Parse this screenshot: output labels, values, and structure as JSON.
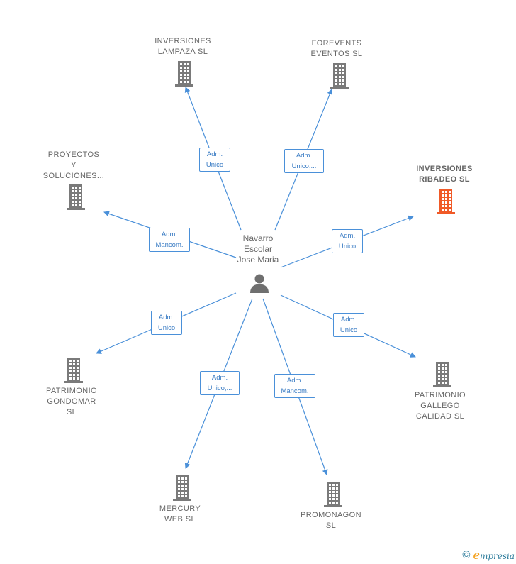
{
  "center": {
    "name": "Navarro\nEscolar\nJose Maria",
    "icon": "person-icon"
  },
  "companies": [
    {
      "id": "lampaza",
      "label": "INVERSIONES\nLAMPAZA  SL",
      "highlight": false
    },
    {
      "id": "forevents",
      "label": "FOREVENTS\nEVENTOS  SL",
      "highlight": false
    },
    {
      "id": "proyectos",
      "label": "PROYECTOS\nY\nSOLUCIONES...",
      "highlight": false
    },
    {
      "id": "ribadeo",
      "label": "INVERSIONES\nRIBADEO  SL",
      "highlight": true
    },
    {
      "id": "gondomar",
      "label": "PATRIMONIO\nGONDOMAR\nSL",
      "highlight": false
    },
    {
      "id": "gallego",
      "label": "PATRIMONIO\nGALLEGO\nCALIDAD  SL",
      "highlight": false
    },
    {
      "id": "mercury",
      "label": "MERCURY\nWEB  SL",
      "highlight": false
    },
    {
      "id": "promonagon",
      "label": "PROMONAGON\nSL",
      "highlight": false
    }
  ],
  "relations": [
    {
      "to": "lampaza",
      "label": "Adm.\nUnico"
    },
    {
      "to": "forevents",
      "label": "Adm.\nUnico,..."
    },
    {
      "to": "proyectos",
      "label": "Adm.\nMancom."
    },
    {
      "to": "ribadeo",
      "label": "Adm.\nUnico"
    },
    {
      "to": "gondomar",
      "label": "Adm.\nUnico"
    },
    {
      "to": "gallego",
      "label": "Adm.\nUnico"
    },
    {
      "to": "mercury",
      "label": "Adm.\nUnico,..."
    },
    {
      "to": "promonagon",
      "label": "Adm.\nMancom."
    }
  ],
  "colors": {
    "edge": "#4a90d9",
    "building": "#7a7a7a",
    "building_highlight": "#f05a28",
    "person": "#6f6f6f"
  },
  "footer": {
    "copyright_symbol": "©",
    "brand_first": "e",
    "brand_rest": "mpresia"
  }
}
